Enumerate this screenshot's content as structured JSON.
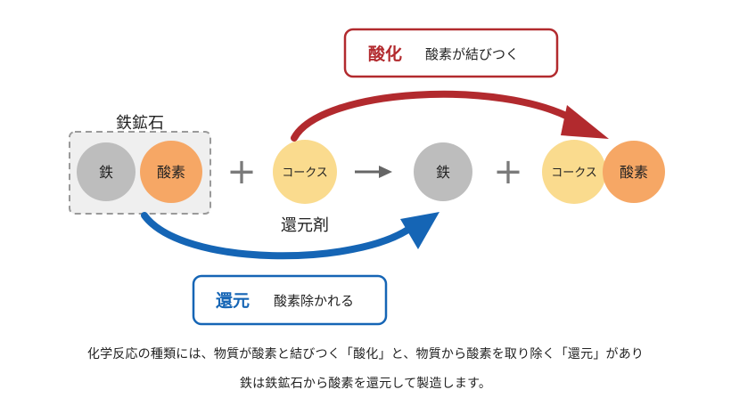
{
  "ore_group": {
    "label": "鉄鉱石"
  },
  "circles": {
    "iron_left": "鉄",
    "oxygen_left": "酸素",
    "coke_left": "コークス",
    "iron_right": "鉄",
    "coke_right": "コークス",
    "oxygen_right": "酸素"
  },
  "operators": {
    "plus": "+"
  },
  "reducing_agent_label": "還元剤",
  "oxidation_box": {
    "term": "酸化",
    "description": "酸素が結びつく"
  },
  "reduction_box": {
    "term": "還元",
    "description": "酸素除かれる"
  },
  "caption": {
    "line1": "化学反応の種類には、物質が酸素と結びつく「酸化」と、物質から酸素を取り除く「還元」があり",
    "line2": "鉄は鉄鉱石から酸素を還元して製造します。"
  },
  "colors": {
    "gray_circle": "#bdbdbd",
    "orange_circle": "#f6a765",
    "yellow_circle": "#fadb8e",
    "oxidation_red": "#b22a2e",
    "reduction_blue": "#1565b5",
    "ore_box_fill": "#efefef",
    "ore_box_border": "#9a9a9a",
    "operator_gray": "#7a7a7a"
  }
}
